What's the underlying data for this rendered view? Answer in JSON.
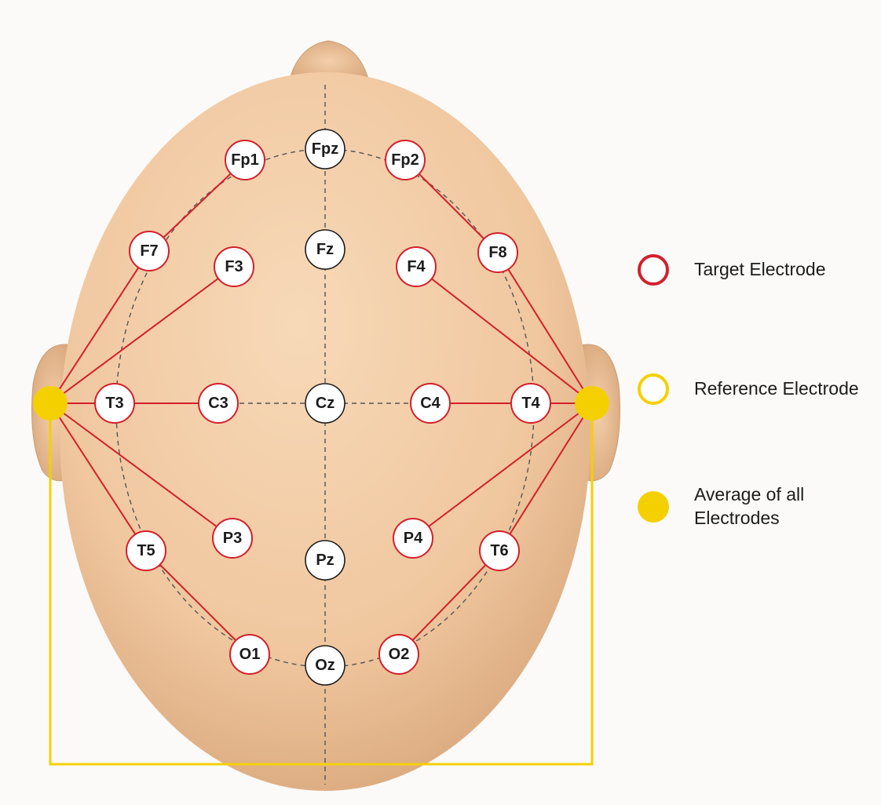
{
  "colors": {
    "target": "#d2202a",
    "reference": "#f5d000",
    "average": "#f5d000",
    "skin": "#f2caa3",
    "neutral_electrode": "#1c1c1c"
  },
  "electrodes": {
    "Fp1": "Fp1",
    "Fpz": "Fpz",
    "Fp2": "Fp2",
    "F7": "F7",
    "F3": "F3",
    "Fz": "Fz",
    "F4": "F4",
    "F8": "F8",
    "T3": "T3",
    "C3": "C3",
    "Cz": "Cz",
    "C4": "C4",
    "T4": "T4",
    "T5": "T5",
    "P3": "P3",
    "Pz": "Pz",
    "P4": "P4",
    "T6": "T6",
    "O1": "O1",
    "Oz": "Oz",
    "O2": "O2"
  },
  "legend": {
    "target": "Target Electrode",
    "reference": "Reference Electrode",
    "average_line1": "Average of all",
    "average_line2": "Electrodes"
  }
}
